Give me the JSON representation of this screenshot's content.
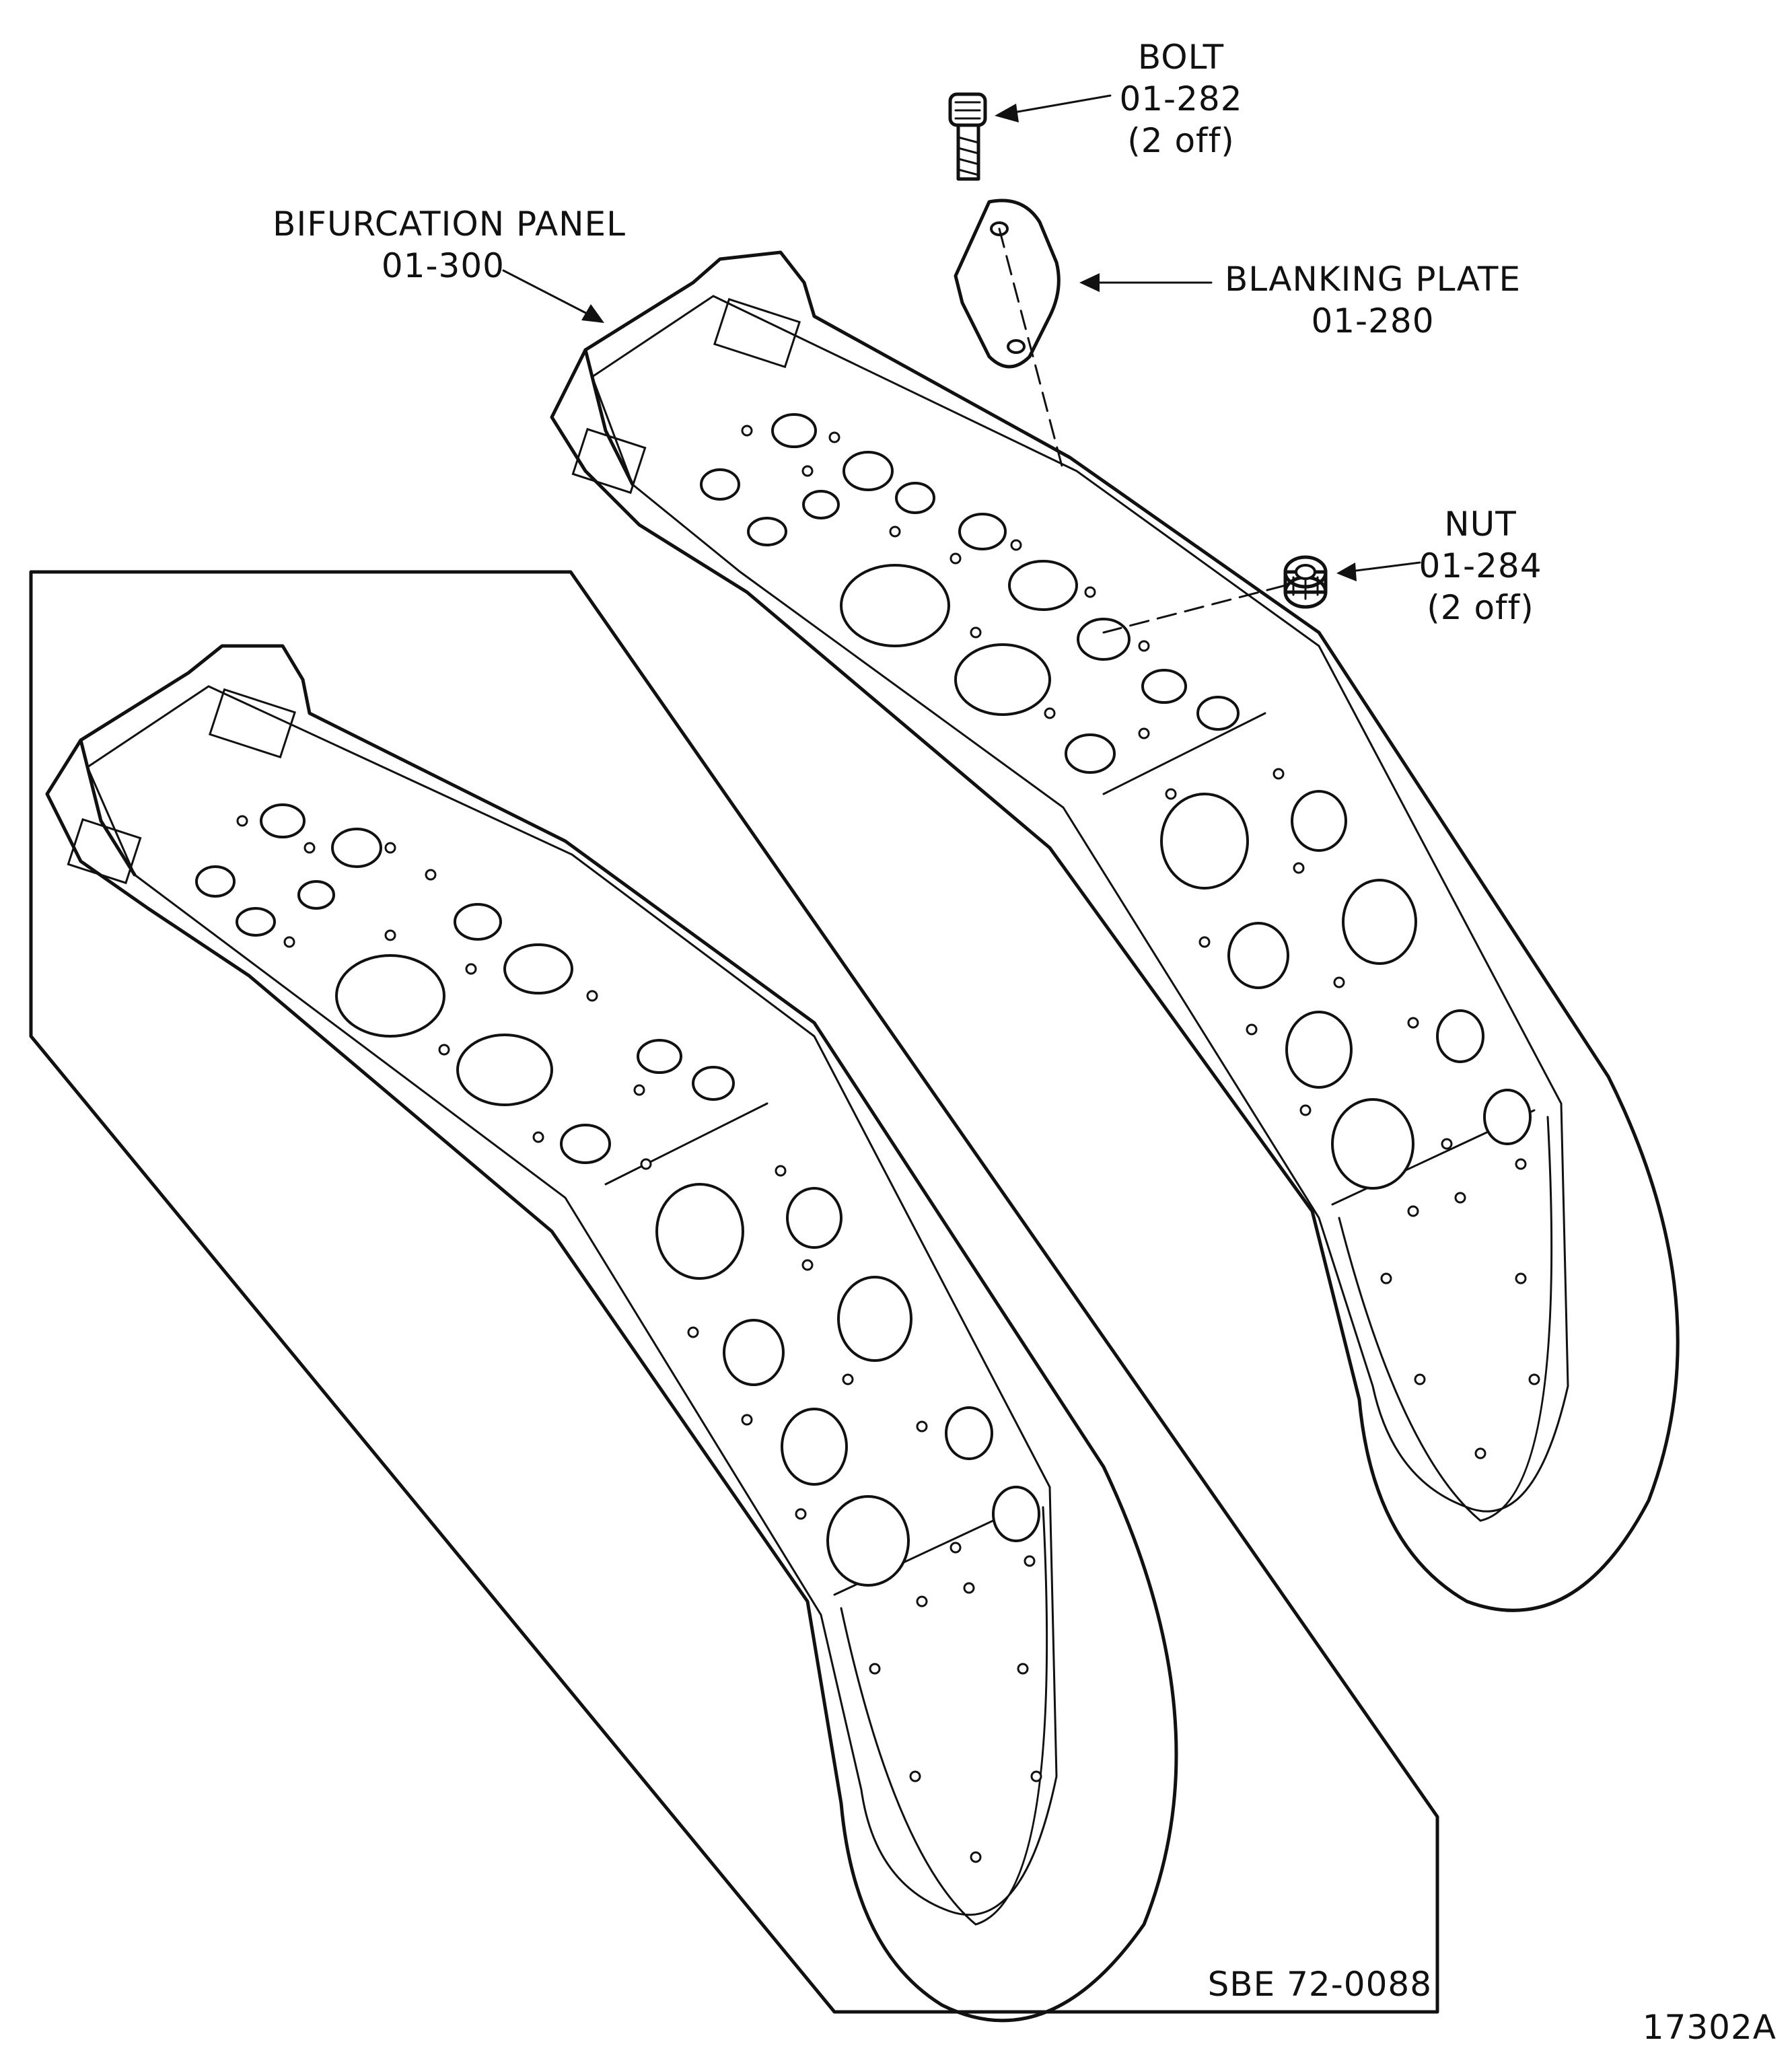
{
  "callouts": {
    "bolt": {
      "name": "BOLT",
      "part": "01-282",
      "qty": "(2 off)"
    },
    "bifurcation_panel": {
      "name": "BIFURCATION PANEL",
      "part": "01-300"
    },
    "blanking_plate": {
      "name": "BLANKING PLATE",
      "part": "01-280"
    },
    "nut": {
      "name": "NUT",
      "part": "01-284",
      "qty": "(2 off)"
    }
  },
  "bulletin_ref": "SBE 72-0088",
  "figure_id": "17302A"
}
